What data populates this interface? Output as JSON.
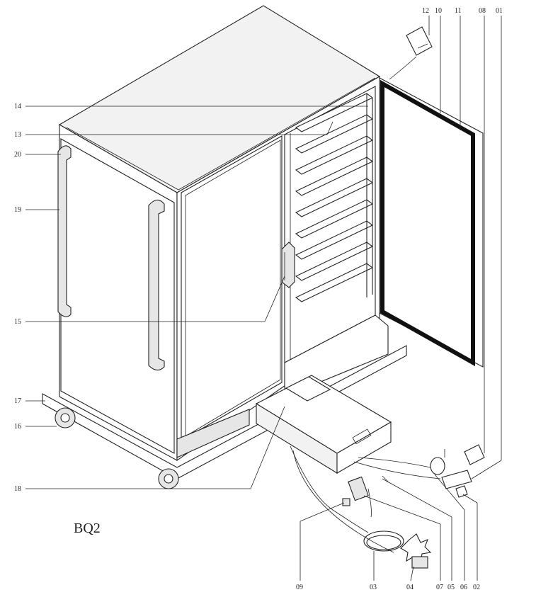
{
  "model_label": "BQ2",
  "part_numbers": {
    "p01": "01",
    "p02": "02",
    "p03": "03",
    "p04": "04",
    "p05": "05",
    "p06": "06",
    "p07": "07",
    "p08": "08",
    "p09": "09",
    "p10": "10",
    "p11": "11",
    "p12": "12",
    "p13": "13",
    "p14": "14",
    "p15": "15",
    "p16": "16",
    "p17": "17",
    "p18": "18",
    "p19": "19",
    "p20": "20"
  }
}
